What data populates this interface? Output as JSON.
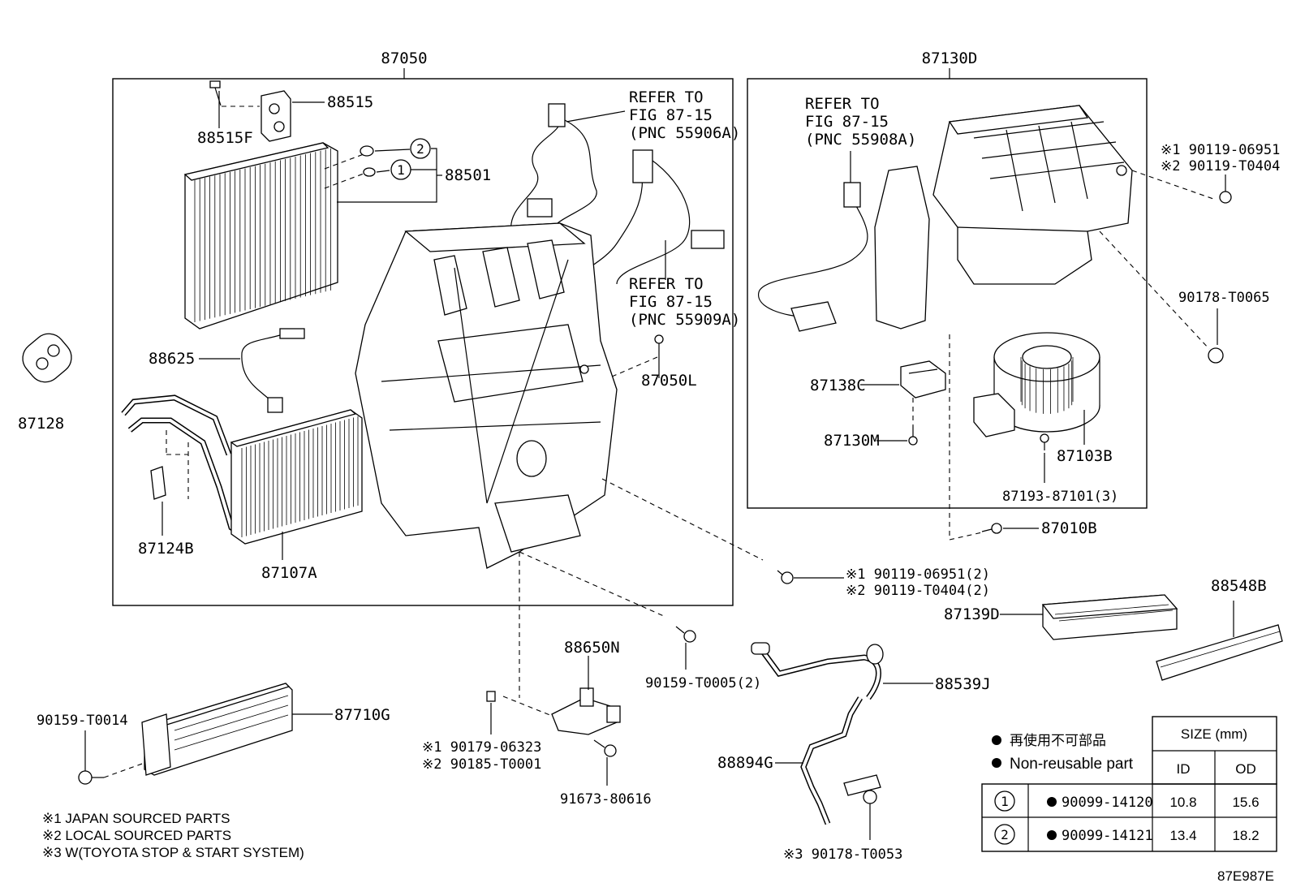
{
  "diagram": {
    "figure_code": "87E987E",
    "assemblies": {
      "left_box": "87050",
      "right_box": "87130D"
    },
    "refer_notes": [
      {
        "line1": "REFER TO",
        "line2": "FIG 87-15",
        "line3": "(PNC 55906A)"
      },
      {
        "line1": "REFER TO",
        "line2": "FIG 87-15",
        "line3": "(PNC 55909A)"
      },
      {
        "line1": "REFER TO",
        "line2": "FIG 87-15",
        "line3": "(PNC 55908A)"
      }
    ],
    "parts": {
      "p88515": "88515",
      "p88515F": "88515F",
      "p88501": "88501",
      "p88625": "88625",
      "p87128": "87128",
      "p87050L": "87050L",
      "p87124B": "87124B",
      "p87107A": "87107A",
      "p87138C": "87138C",
      "p87130M": "87130M",
      "p87103B": "87103B",
      "p87193": "87193-87101(3)",
      "p87010B": "87010B",
      "p90178_T0065": "90178-T0065",
      "p88548B": "88548B",
      "p87139D": "87139D",
      "p88650N": "88650N",
      "p90159_T0005": "90159-T0005(2)",
      "p88539J": "88539J",
      "p88894G": "88894G",
      "p87710G": "87710G",
      "p90159_T0014": "90159-T0014",
      "p91673": "91673-80616"
    },
    "multi_parts": {
      "top_right_1": "※1 90119-06951",
      "top_right_2": "※2 90119-T0404",
      "mid_1": "※1 90119-06951(2)",
      "mid_2": "※2 90119-T0404(2)",
      "clip_1": "※1 90179-06323",
      "clip_2": "※2 90185-T0001",
      "bracket_3": "※3 90178-T0053"
    },
    "circle_refs": [
      "1",
      "2"
    ],
    "footnotes": [
      "※1 JAPAN SOURCED PARTS",
      "※2 LOCAL SOURCED PARTS",
      "※3 W(TOYOTA STOP & START SYSTEM)"
    ],
    "legend": {
      "jp": "再使用不可部品",
      "en": "Non-reusable part"
    },
    "size_table": {
      "header": "SIZE (mm)",
      "col_id": "ID",
      "col_od": "OD",
      "rows": [
        {
          "ref": "1",
          "part": "90099-14120",
          "id": "10.8",
          "od": "15.6"
        },
        {
          "ref": "2",
          "part": "90099-14121",
          "id": "13.4",
          "od": "18.2"
        }
      ]
    }
  }
}
